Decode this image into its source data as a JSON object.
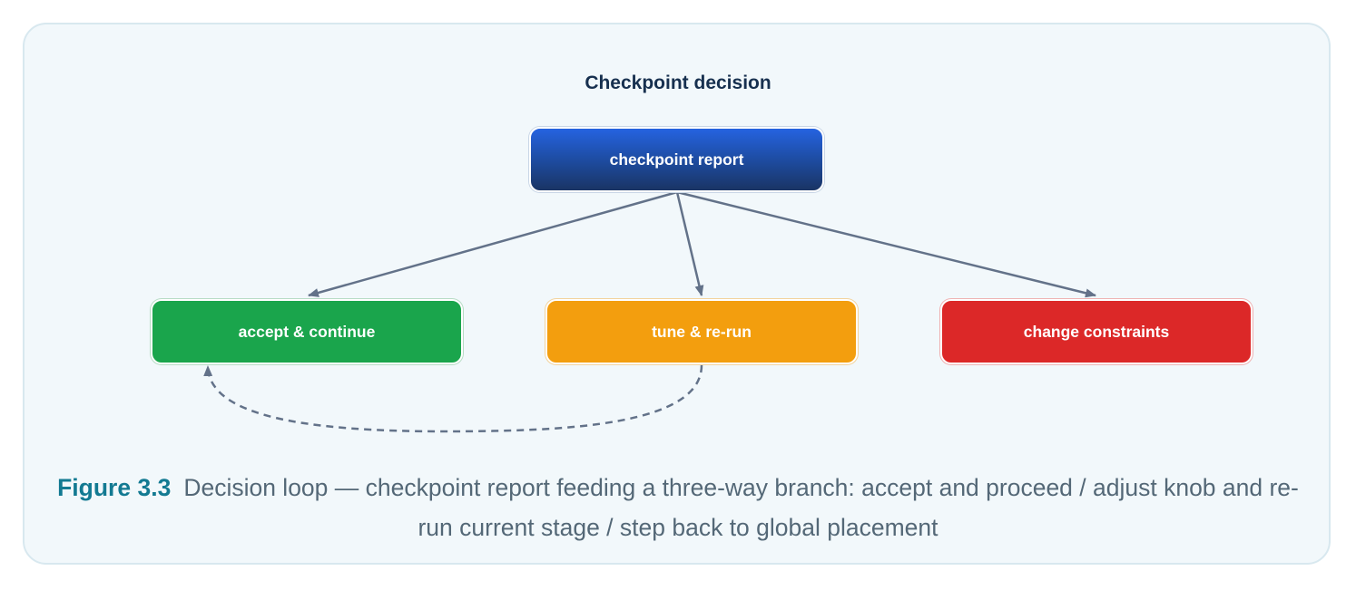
{
  "diagram": {
    "title": "Checkpoint decision",
    "nodes": {
      "report": "checkpoint report",
      "accept": "accept & continue",
      "tune": "tune & re-run",
      "change": "change constraints"
    }
  },
  "caption": {
    "label": "Figure 3.3",
    "text": "Decision loop — checkpoint report feeding a three-way branch: accept and proceed / adjust knob and re-run current stage / step back to global placement"
  },
  "colors": {
    "card_background": "#f2f8fb",
    "title": "#17304f",
    "report_node": "#1d4a9c",
    "accept_node": "#1aa54c",
    "tune_node": "#f39e0e",
    "change_node": "#dc2828",
    "edge": "#637289",
    "caption_label": "#137a92",
    "caption_text": "#546877"
  }
}
